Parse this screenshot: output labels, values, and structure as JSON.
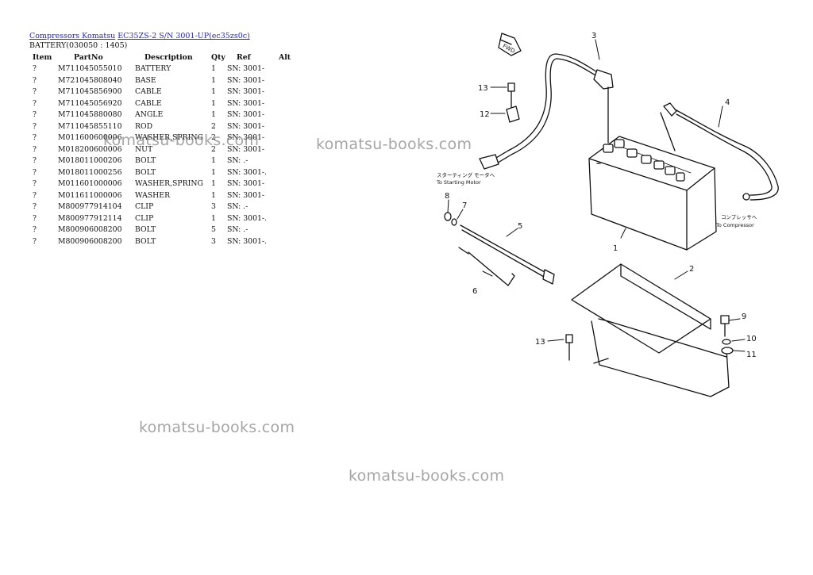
{
  "breadcrumb": {
    "link1": "Compressors Komatsu",
    "link2": "EC35ZS-2 S/N 3001-UP(ec35zs0c)"
  },
  "subtitle": "BATTERY(030050 : 1405)",
  "table": {
    "headers": [
      "Item",
      "PartNo",
      "Description",
      "Qty",
      "Ref",
      "Alt"
    ],
    "rows": [
      [
        "?",
        "M711045055010",
        "BATTERY",
        "1",
        "SN: 3001-",
        ""
      ],
      [
        "?",
        "M721045808040",
        "BASE",
        "1",
        "SN: 3001-",
        ""
      ],
      [
        "?",
        "M711045856900",
        "CABLE",
        "1",
        "SN: 3001-",
        ""
      ],
      [
        "?",
        "M711045056920",
        "CABLE",
        "1",
        "SN: 3001-",
        ""
      ],
      [
        "?",
        "M711045880080",
        "ANGLE",
        "1",
        "SN: 3001-",
        ""
      ],
      [
        "?",
        "M711045855110",
        "ROD",
        "2",
        "SN: 3001-",
        ""
      ],
      [
        "?",
        "M011600600006",
        "WASHER,SPRING",
        "2",
        "SN: 3001-",
        ""
      ],
      [
        "?",
        "M018200600006",
        "NUT",
        "2",
        "SN: 3001-",
        ""
      ],
      [
        "?",
        "M018011000206",
        "BOLT",
        "1",
        "SN: .-",
        ""
      ],
      [
        "?",
        "M018011000256",
        "BOLT",
        "1",
        "SN: 3001-.",
        ""
      ],
      [
        "?",
        "M011601000006",
        "WASHER,SPRING",
        "1",
        "SN: 3001-",
        ""
      ],
      [
        "?",
        "M011611000006",
        "WASHER",
        "1",
        "SN: 3001-",
        ""
      ],
      [
        "?",
        "M800977914104",
        "CLIP",
        "3",
        "SN: .-",
        ""
      ],
      [
        "?",
        "M800977912114",
        "CLIP",
        "1",
        "SN: 3001-.",
        ""
      ],
      [
        "?",
        "M800906008200",
        "BOLT",
        "5",
        "SN: .-",
        ""
      ],
      [
        "?",
        "M800906008200",
        "BOLT",
        "3",
        "SN: 3001-.",
        ""
      ]
    ]
  },
  "watermarks": [
    "komatsu-books.com",
    "komatsu-books.com",
    "komatsu-books.com",
    "komatsu-books.com"
  ],
  "diagram": {
    "callouts": [
      "1",
      "2",
      "3",
      "4",
      "5",
      "6",
      "7",
      "8",
      "9",
      "10",
      "11",
      "12",
      "13",
      "13"
    ],
    "to_starting_motor_jp": "スターティング モータへ",
    "to_starting_motor": "To Starting Motor",
    "to_compressor_jp": "コンプレッサへ",
    "to_compressor": "To Compressor",
    "fwd": "FWD"
  }
}
